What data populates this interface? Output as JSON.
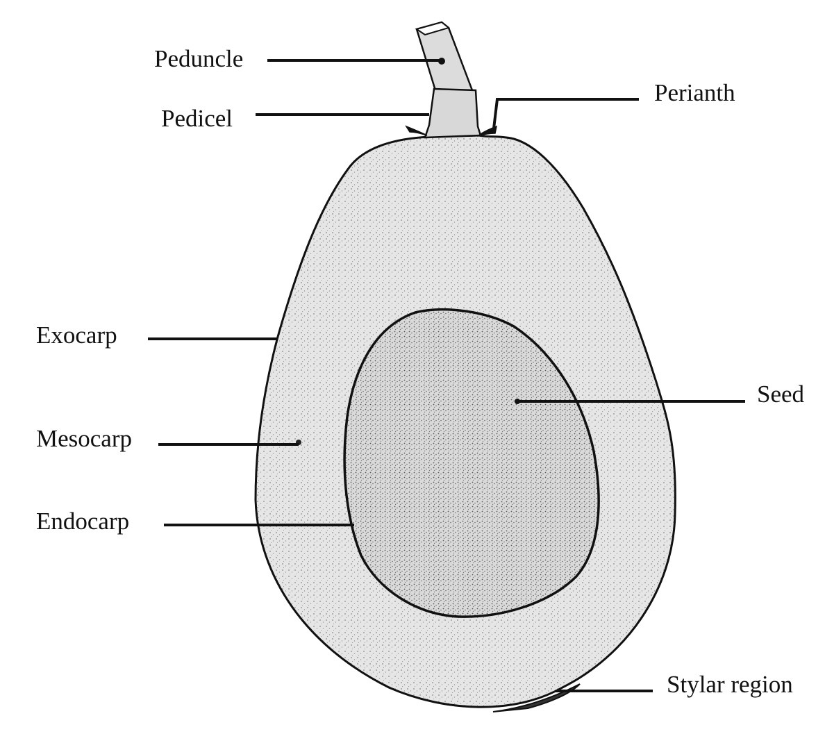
{
  "diagram": {
    "labels": {
      "peduncle": "Peduncle",
      "pedicel": "Pedicel",
      "perianth": "Perianth",
      "exocarp": "Exocarp",
      "seed": "Seed",
      "mesocarp": "Mesocarp",
      "endocarp": "Endocarp",
      "stylar_region": "Stylar region"
    }
  },
  "colors": {
    "ink": "#111111",
    "flesh_fill": "#e4e4e4",
    "seed_fill": "#d6d6d6",
    "background": "#ffffff"
  }
}
